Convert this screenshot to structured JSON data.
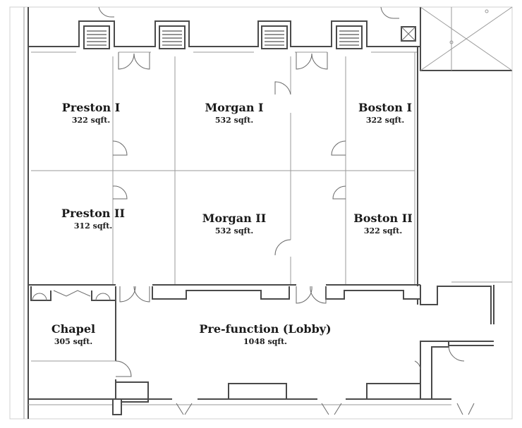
{
  "rooms": {
    "preston_1": {
      "name": "Preston I",
      "area": "322 sqft."
    },
    "morgan_1": {
      "name": "Morgan I",
      "area": "532 sqft."
    },
    "boston_1": {
      "name": "Boston I",
      "area": "322 sqft."
    },
    "preston_2": {
      "name": "Preston II",
      "area": "312 sqft."
    },
    "morgan_2": {
      "name": "Morgan II",
      "area": "532 sqft."
    },
    "boston_2": {
      "name": "Boston II",
      "area": "322 sqft."
    },
    "chapel": {
      "name": "Chapel",
      "area": "305 sqft."
    },
    "lobby": {
      "name": "Pre-function (Lobby)",
      "area": "1048 sqft."
    }
  }
}
